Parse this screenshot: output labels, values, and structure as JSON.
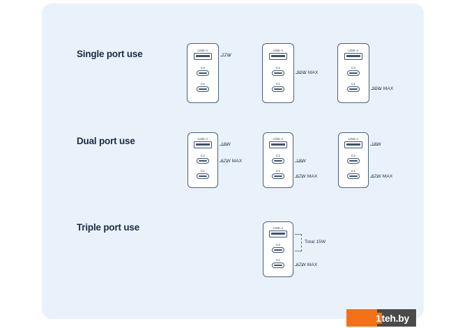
{
  "panel": {
    "background_color": "#e9f2fb"
  },
  "sections": [
    {
      "id": "single",
      "title": "Single port use",
      "chargers": [
        {
          "ports": [
            {
              "name": "USB-A",
              "type": "usb-a"
            },
            {
              "name": "C2",
              "type": "usb-c"
            },
            {
              "name": "C1",
              "type": "usb-c"
            }
          ],
          "annotations": [
            {
              "port": "USB-A",
              "value": "27W"
            }
          ]
        },
        {
          "ports": [
            {
              "name": "USB-A",
              "type": "usb-a"
            },
            {
              "name": "C2",
              "type": "usb-c"
            },
            {
              "name": "C1",
              "type": "usb-c"
            }
          ],
          "annotations": [
            {
              "port": "C2",
              "value": "90W MAX"
            }
          ]
        },
        {
          "ports": [
            {
              "name": "USB-A",
              "type": "usb-a"
            },
            {
              "name": "C2",
              "type": "usb-c"
            },
            {
              "name": "C1",
              "type": "usb-c"
            }
          ],
          "annotations": [
            {
              "port": "C1",
              "value": "90W MAX"
            }
          ]
        }
      ]
    },
    {
      "id": "dual",
      "title": "Dual port use",
      "chargers": [
        {
          "ports": [
            {
              "name": "USB-A",
              "type": "usb-a"
            },
            {
              "name": "C2",
              "type": "usb-c"
            },
            {
              "name": "C1",
              "type": "usb-c"
            }
          ],
          "annotations": [
            {
              "port": "USB-A",
              "value": "18W"
            },
            {
              "port": "C2",
              "value": "67W MAX"
            }
          ]
        },
        {
          "ports": [
            {
              "name": "USB-A",
              "type": "usb-a"
            },
            {
              "name": "C2",
              "type": "usb-c"
            },
            {
              "name": "C1",
              "type": "usb-c"
            }
          ],
          "annotations": [
            {
              "port": "C2",
              "value": "18W"
            },
            {
              "port": "C1",
              "value": "67W MAX"
            }
          ]
        },
        {
          "ports": [
            {
              "name": "USB-A",
              "type": "usb-a"
            },
            {
              "name": "C2",
              "type": "usb-c"
            },
            {
              "name": "C1",
              "type": "usb-c"
            }
          ],
          "annotations": [
            {
              "port": "USB-A",
              "value": "18W"
            },
            {
              "port": "C1",
              "value": "67W MAX"
            }
          ]
        }
      ]
    },
    {
      "id": "triple",
      "title": "Triple port use",
      "chargers": [
        {
          "ports": [
            {
              "name": "USB-A",
              "type": "usb-a"
            },
            {
              "name": "C2",
              "type": "usb-c"
            },
            {
              "name": "C1",
              "type": "usb-c"
            }
          ],
          "annotations": [
            {
              "port": "USB-A+C2",
              "value": "Total 15W"
            },
            {
              "port": "C1",
              "value": "67W MAX"
            }
          ]
        }
      ]
    }
  ],
  "watermark": {
    "digit": "1",
    "text": "teh.by",
    "orange": "#f57016",
    "dark": "#4a4a4a"
  }
}
